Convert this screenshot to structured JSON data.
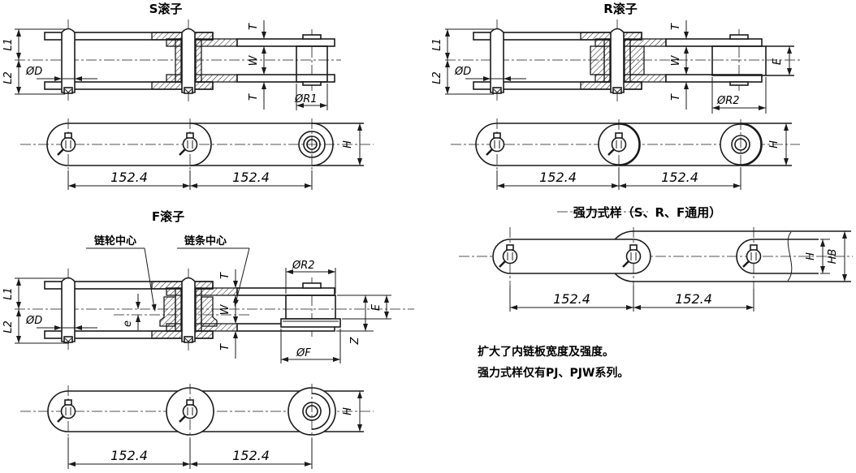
{
  "panel_s": {
    "title": "S滚子",
    "dims": {
      "l1": "L1",
      "l2": "L2",
      "d": "ØD",
      "t_top": "T",
      "w": "W",
      "t_bottom": "T",
      "r1": "ØR1",
      "h": "H",
      "pitch_left": "152.4",
      "pitch_right": "152.4"
    }
  },
  "panel_r": {
    "title": "R滚子",
    "dims": {
      "l1": "L1",
      "l2": "L2",
      "d": "ØD",
      "t_top": "T",
      "w": "W",
      "t_bottom": "T",
      "r2": "ØR2",
      "e": "E",
      "h": "H",
      "pitch_left": "152.4",
      "pitch_right": "152.4"
    }
  },
  "panel_f": {
    "title": "F滚子",
    "labels": {
      "sprocket_center": "链轮中心",
      "chain_center": "链条中心"
    },
    "dims": {
      "l1": "L1",
      "l2": "L2",
      "d": "ØD",
      "e_offset": "e",
      "t_top": "T",
      "w": "W",
      "t_bottom": "T",
      "r2": "ØR2",
      "f": "ØF",
      "e": "E",
      "z": "Z",
      "h": "H",
      "pitch_left": "152.4",
      "pitch_right": "152.4"
    }
  },
  "panel_hd": {
    "title": "强力式样（S、R、F通用）",
    "dims": {
      "h": "H",
      "hb": "HB",
      "pitch_left": "152.4",
      "pitch_right": "152.4"
    }
  },
  "notes": [
    "扩大了内链板宽度及强度。",
    "强力式样仅有PJ、PJW系列。"
  ]
}
